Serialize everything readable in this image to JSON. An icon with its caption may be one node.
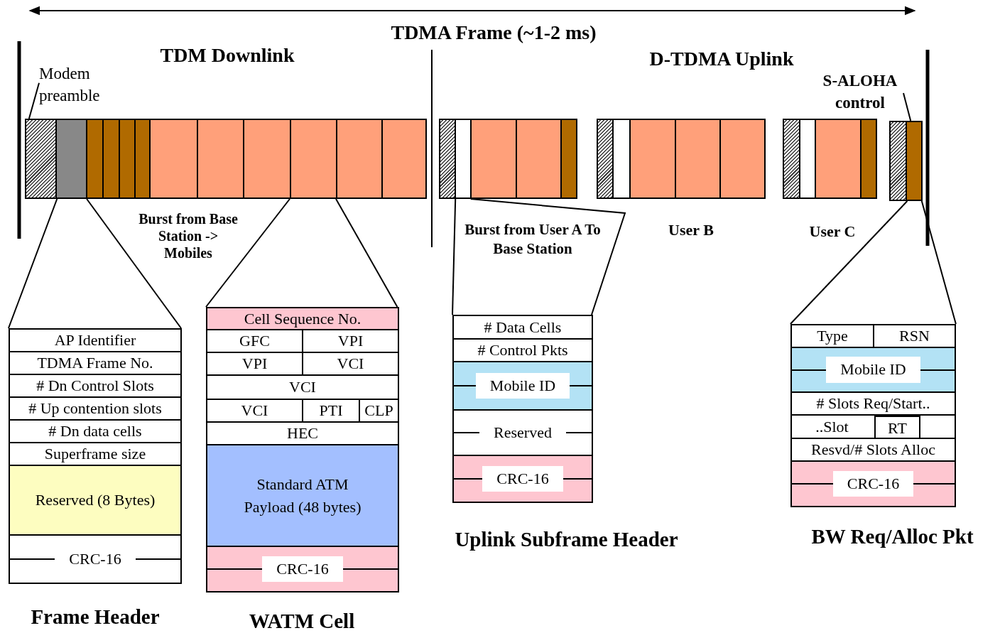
{
  "diagram": {
    "nodes": [
      {
        "text": [
          "Modem preamble"
        ]
      },
      {
        "text": [],
        "shape": "box"
      },
      {
        "text": [],
        "shape": "box"
      },
      {
        "text": [],
        "shape": "box"
      },
      {
        "text": [],
        "shape": "box"
      },
      {
        "text": [],
        "shape": "box"
      },
      {
        "text": [],
        "shape": "box"
      },
      {
        "text": [],
        "shape": "box"
      },
      {
        "text": [],
        "shape": "box"
      },
      {
        "text": [],
        "shape": "box"
      },
      {
        "text": [],
        "shape": "box"
      },
      {
        "text": [],
        "shape": "box"
      },
      {
        "text": [],
        "shape": "box"
      },
      {
        "text": [],
        "shape": "box"
      },
      {
        "text": [],
        "shape": "box"
      },
      {
        "text": [],
        "shape": "box"
      },
      {
        "text": [],
        "shape": "box"
      },
      {
        "text": [],
        "shape": "box"
      },
      {
        "text": [],
        "shape": "box"
      },
      {
        "text": [],
        "shape": "box"
      },
      {
        "text": [],
        "shape": "box"
      },
      {
        "text": [],
        "shape": "box"
      },
      {
        "text": [],
        "shape": "box"
      },
      {
        "text": [],
        "shape": "box"
      },
      {
        "text": [],
        "shape": "box"
      },
      {
        "text": [],
        "shape": "box"
      },
      {
        "text": [],
        "shape": "box"
      },
      {
        "text": [
          "S-ALOHA control"
        ]
      },
      {
        "text": [],
        "shape": "box"
      },
      {
        "text": [],
        "shape": "box"
      },
      {
        "text": [
          "Frame Header"
        ]
      },
      {
        "text": [
          "AP Identifier"
        ],
        "in": 30
      },
      {
        "text": [
          "TDMA Frame No."
        ],
        "in": 30
      },
      {
        "text": [
          "# Dn Control Slots"
        ],
        "in": 30
      },
      {
        "text": [
          "# Up contention slots"
        ],
        "in": 30
      },
      {
        "text": [
          "# Dn data cells"
        ],
        "in": 30
      },
      {
        "text": [
          "Superframe size"
        ],
        "in": 30
      },
      {
        "text": [
          "Reserved (8 Bytes)"
        ],
        "in": 30
      },
      {
        "text": [
          "CRC-16"
        ],
        "in": 30
      },
      {
        "text": [
          "WATM Cell"
        ]
      },
      {
        "text": [
          "Cell Sequence No."
        ],
        "in": 39
      },
      {
        "text": [
          "GFC"
        ],
        "in": 39
      },
      {
        "text": [
          "VPI"
        ],
        "in": 39
      },
      {
        "text": [
          "VPI"
        ],
        "in": 39
      },
      {
        "text": [
          "VCI"
        ],
        "in": 39
      },
      {
        "text": [
          "VCI"
        ],
        "in": 39
      },
      {
        "text": [
          "VCI"
        ],
        "in": 39
      },
      {
        "text": [
          "PTI"
        ],
        "in": 39
      },
      {
        "text": [
          "CLP"
        ],
        "in": 39
      },
      {
        "text": [
          "HEC"
        ],
        "in": 39
      },
      {
        "text": [
          "Standard ATM Payload (48 bytes)"
        ],
        "in": 39
      },
      {
        "text": [
          "CRC-16"
        ],
        "in": 39
      },
      {
        "text": [
          "Uplink Subframe Header"
        ]
      },
      {
        "text": [
          "# Data Cells"
        ],
        "in": 52
      },
      {
        "text": [
          "# Control Pkts"
        ],
        "in": 52
      },
      {
        "text": [
          "Mobile ID"
        ],
        "in": 52
      },
      {
        "text": [
          "Reserved"
        ],
        "in": 52
      },
      {
        "text": [
          "CRC-16"
        ],
        "in": 52
      },
      {
        "text": [
          "BW Req/Alloc Pkt"
        ]
      },
      {
        "text": [
          "Type"
        ],
        "in": 58
      },
      {
        "text": [
          "RSN"
        ],
        "in": 58
      },
      {
        "text": [
          "Mobile ID"
        ],
        "in": 58
      },
      {
        "text": [
          "# Slots Req/Start.."
        ],
        "in": 58
      },
      {
        "text": [
          "..Slot"
        ],
        "in": 58
      },
      {
        "text": [
          "RT"
        ],
        "in": 63
      },
      {
        "text": [
          "Resvd/# Slots Alloc"
        ],
        "in": 58
      },
      {
        "text": [
          "CRC-16"
        ],
        "in": 58
      }
    ],
    "edges": [
      {
        "from": 0,
        "to": 1,
        "arrow": "none"
      },
      {
        "from": 27,
        "to": 29,
        "arrow": "none"
      },
      {
        "from": 2,
        "to": 30,
        "arrow": "none"
      },
      {
        "from": 2,
        "to": 30,
        "arrow": "none"
      },
      {
        "from": 10,
        "to": 39,
        "arrow": "none"
      },
      {
        "from": 10,
        "to": 39,
        "arrow": "none"
      },
      {
        "from": 14,
        "to": 52,
        "arrow": "none"
      },
      {
        "from": 14,
        "to": 52,
        "arrow": "none"
      },
      {
        "from": 29,
        "to": 58,
        "arrow": "none"
      },
      {
        "from": 29,
        "to": 58,
        "arrow": "none"
      }
    ],
    "labels": [
      "TDMA Frame (~1-2 ms)",
      "TDM Downlink",
      "D-TDMA Uplink",
      "Burst from Base Station -> Mobiles",
      "Burst from User A To Base Station",
      "User B",
      "User C"
    ]
  }
}
